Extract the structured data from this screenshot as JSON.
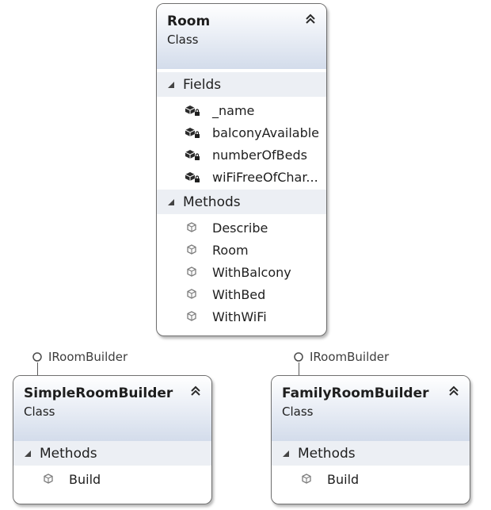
{
  "room": {
    "name": "Room",
    "kind": "Class",
    "fields_label": "Fields",
    "fields": [
      "_name",
      "balconyAvailable",
      "numberOfBeds",
      "wiFiFreeOfChar..."
    ],
    "methods_label": "Methods",
    "methods": [
      "Describe",
      "Room",
      "WithBalcony",
      "WithBed",
      "WithWiFi"
    ]
  },
  "simple": {
    "interface": "IRoomBuilder",
    "name": "SimpleRoomBuilder",
    "kind": "Class",
    "methods_label": "Methods",
    "methods": [
      "Build"
    ]
  },
  "family": {
    "interface": "IRoomBuilder",
    "name": "FamilyRoomBuilder",
    "kind": "Class",
    "methods_label": "Methods",
    "methods": [
      "Build"
    ]
  },
  "icons": {
    "field": "field-icon",
    "method": "method-icon",
    "collapse": "chevron-up-icon",
    "section": "collapse-triangle-icon",
    "interface": "lollipop-interface-icon"
  },
  "colors": {
    "header_gradient": "#d3dceb",
    "section_band": "#eceff4",
    "border": "#6f6f6f",
    "method_icon": "#8a8a8a",
    "field_icon": "#2b2b2b"
  }
}
